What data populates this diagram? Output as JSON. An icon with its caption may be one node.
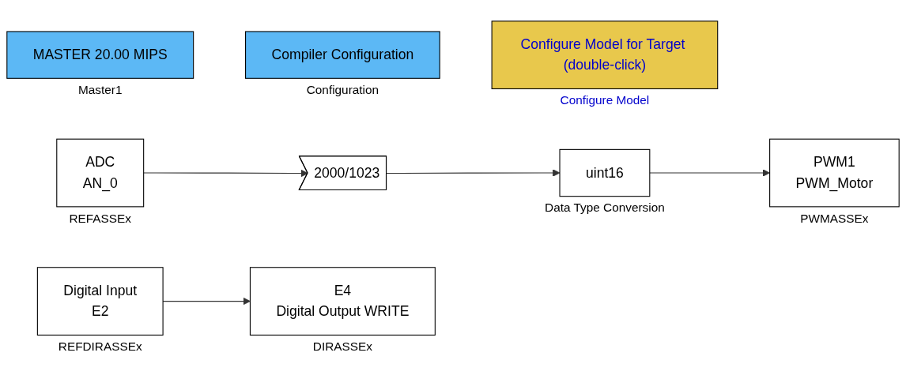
{
  "diagram": {
    "nodes": [
      {
        "text": [
          "MASTER 20.00 MIPS"
        ],
        "beside": [
          "Master1"
        ]
      },
      {
        "text": [
          "Compiler Configuration"
        ],
        "beside": [
          "Configuration"
        ]
      },
      {
        "text": [
          "Configure Model for Target (double-click)"
        ],
        "beside": [
          "Configure Model"
        ]
      },
      {
        "text": [
          "ADC",
          "AN_0"
        ],
        "beside": [
          "REFASSEx"
        ]
      },
      {
        "text": [
          "2000/1023"
        ]
      },
      {
        "text": [
          "uint16"
        ],
        "beside": [
          "Data Type Conversion"
        ]
      },
      {
        "text": [
          "PWM1",
          "PWM_Motor"
        ],
        "beside": [
          "PWMASSEx"
        ]
      },
      {
        "text": [
          "Digital Input",
          "E2"
        ],
        "beside": [
          "REFDIRASSEx"
        ]
      },
      {
        "text": [
          "E4",
          "Digital Output WRITE"
        ],
        "beside": [
          "DIRASSEx"
        ]
      }
    ],
    "edges": [
      {
        "from": 3,
        "to": 4,
        "arrow": "to"
      },
      {
        "from": 4,
        "to": 5,
        "arrow": "to"
      },
      {
        "from": 5,
        "to": 6,
        "arrow": "to"
      },
      {
        "from": 7,
        "to": 8,
        "arrow": "to"
      }
    ]
  }
}
